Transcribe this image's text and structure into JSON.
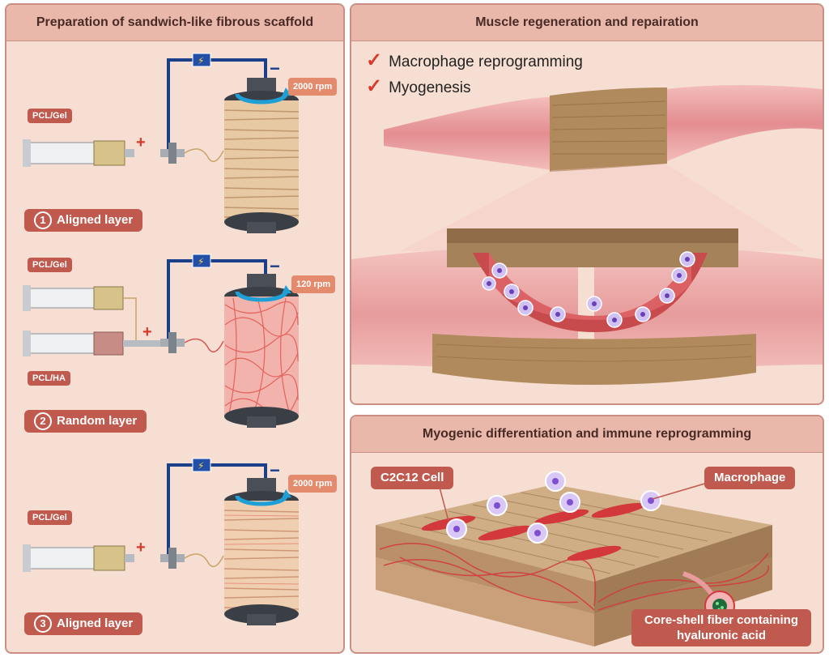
{
  "left_panel": {
    "title": "Preparation of sandwich-like fibrous scaffold",
    "steps": [
      {
        "num": "1",
        "label": "Aligned layer",
        "rpm": "2000 rpm",
        "syringes": [
          "PCL/Gel"
        ]
      },
      {
        "num": "2",
        "label": "Random layer",
        "rpm": "120 rpm",
        "syringes": [
          "PCL/Gel",
          "PCL/HA"
        ]
      },
      {
        "num": "3",
        "label": "Aligned layer",
        "rpm": "2000 rpm",
        "syringes": [
          "PCL/Gel"
        ]
      }
    ],
    "plus": "+",
    "minus": "−"
  },
  "top_right_panel": {
    "title": "Muscle regeneration and repairation",
    "checks": [
      "Macrophage reprogramming",
      "Myogenesis"
    ]
  },
  "bottom_right_panel": {
    "title": "Myogenic differentiation and immune reprogramming",
    "labels": {
      "cell": "C2C12 Cell",
      "macrophage": "Macrophage",
      "fiber": "Core-shell fiber containing hyaluronic acid"
    }
  },
  "colors": {
    "panel_bg": "#f6ded2",
    "header_bg": "#e9b8ab",
    "tag": "#c05a4e",
    "wire": "#1c3f8a",
    "muscle": "#e79a9c",
    "fiber": "#b3895d"
  }
}
